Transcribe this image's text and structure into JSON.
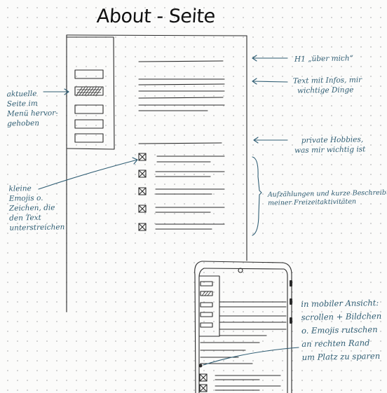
{
  "title": "About - Seite",
  "annotations": {
    "h1_note": "H1 „über mich“",
    "text_note": [
      "Text mit Infos, mir",
      "wichtige Dinge"
    ],
    "active_page_note": [
      "aktuelle",
      "Seite im",
      "Menü hervor-",
      "gehoben"
    ],
    "hobbies_note": [
      "private Hobbies,",
      "was mir wichtig ist"
    ],
    "list_note": [
      "Aufzählungen und kurze Beschreibung",
      "meiner Freizeitaktivitäten"
    ],
    "emoji_note": [
      "kleine",
      "Emojis o.",
      "Zeichen, die",
      "den Text",
      "unterstreichen"
    ],
    "mobile_note": [
      "in mobiler Ansicht:",
      "scrollen + Bildchen",
      "o. Emojis rutschen",
      "an rechten Rand",
      "um Platz zu sparen"
    ]
  },
  "colors": {
    "ink": "#2a2a2a",
    "annotation": "#2f5d73",
    "paper": "#fbfbfa"
  }
}
